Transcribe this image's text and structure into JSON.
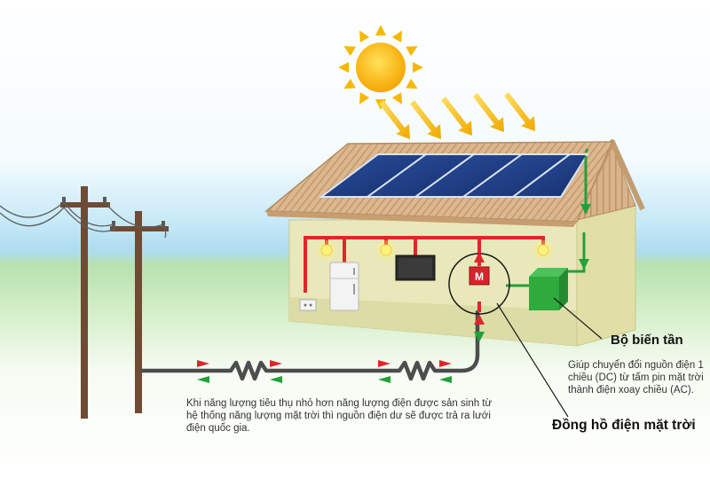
{
  "inverter": {
    "title": "Bộ biến tần",
    "description": "Giúp chuyển đổi nguồn điện 1 chiều (DC) từ tấm pin mặt trời thành điện xoay chiều (AC)."
  },
  "meter": {
    "title": "Đồng hồ điện mặt trời",
    "symbol": "M"
  },
  "grid_note": "Khi năng lượng tiêu thụ nhỏ hơn năng lượng điện được sản sinh từ hệ thống năng lượng mặt trời thì nguồn điện dư sẽ được trả ra lưới điện quốc gia.",
  "colors": {
    "sun": "#f7c21a",
    "solar_panel": "#1f3f86",
    "ac_line": "#e0262b",
    "dc_line": "#22a13a",
    "grid_line": "#4d4d4d",
    "roof": "#dcb890",
    "wall": "#eae8b8",
    "inverter_box": "#2faa3d",
    "meter_box": "#d8232a",
    "sky": "#bfe6f5",
    "ground": "#bfe4a9"
  }
}
